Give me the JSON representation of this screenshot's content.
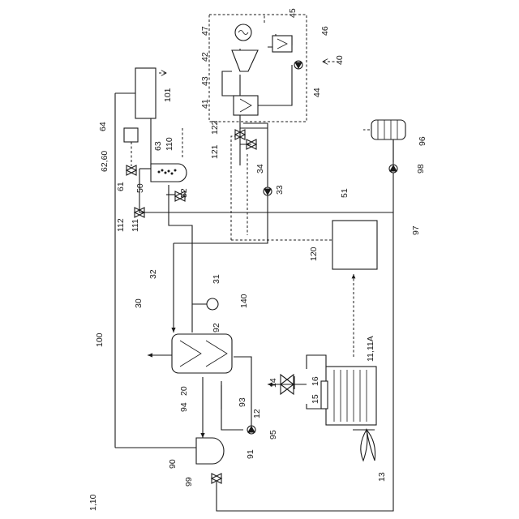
{
  "figure": {
    "figure_label": "1,10"
  },
  "labels": [
    {
      "id": "101",
      "text": "101"
    },
    {
      "id": "64",
      "text": "64"
    },
    {
      "id": "63",
      "text": "63"
    },
    {
      "id": "110",
      "text": "110"
    },
    {
      "id": "122",
      "text": "122"
    },
    {
      "id": "121",
      "text": "121"
    },
    {
      "id": "34",
      "text": "34"
    },
    {
      "id": "33",
      "text": "33"
    },
    {
      "id": "62-60",
      "text": "62,60"
    },
    {
      "id": "61",
      "text": "61"
    },
    {
      "id": "50",
      "text": "50"
    },
    {
      "id": "52",
      "text": "52"
    },
    {
      "id": "51",
      "text": "51"
    },
    {
      "id": "112",
      "text": "112"
    },
    {
      "id": "111",
      "text": "111"
    },
    {
      "id": "47",
      "text": "47"
    },
    {
      "id": "45",
      "text": "45"
    },
    {
      "id": "46",
      "text": "46"
    },
    {
      "id": "42",
      "text": "42"
    },
    {
      "id": "40",
      "text": "40"
    },
    {
      "id": "43",
      "text": "43"
    },
    {
      "id": "44",
      "text": "44"
    },
    {
      "id": "41",
      "text": "41"
    },
    {
      "id": "96",
      "text": "96"
    },
    {
      "id": "98",
      "text": "98"
    },
    {
      "id": "97",
      "text": "97"
    },
    {
      "id": "120",
      "text": "120"
    },
    {
      "id": "32",
      "text": "32"
    },
    {
      "id": "31",
      "text": "31"
    },
    {
      "id": "30",
      "text": "30"
    },
    {
      "id": "140",
      "text": "140"
    },
    {
      "id": "100",
      "text": "100"
    },
    {
      "id": "92",
      "text": "92"
    },
    {
      "id": "20",
      "text": "20"
    },
    {
      "id": "94",
      "text": "94"
    },
    {
      "id": "93",
      "text": "93"
    },
    {
      "id": "14",
      "text": "14"
    },
    {
      "id": "16",
      "text": "16"
    },
    {
      "id": "15",
      "text": "15"
    },
    {
      "id": "12",
      "text": "12"
    },
    {
      "id": "95",
      "text": "95"
    },
    {
      "id": "11-11A",
      "text": "11,11A"
    },
    {
      "id": "90",
      "text": "90"
    },
    {
      "id": "91",
      "text": "91"
    },
    {
      "id": "99",
      "text": "99"
    },
    {
      "id": "13",
      "text": "13"
    }
  ]
}
